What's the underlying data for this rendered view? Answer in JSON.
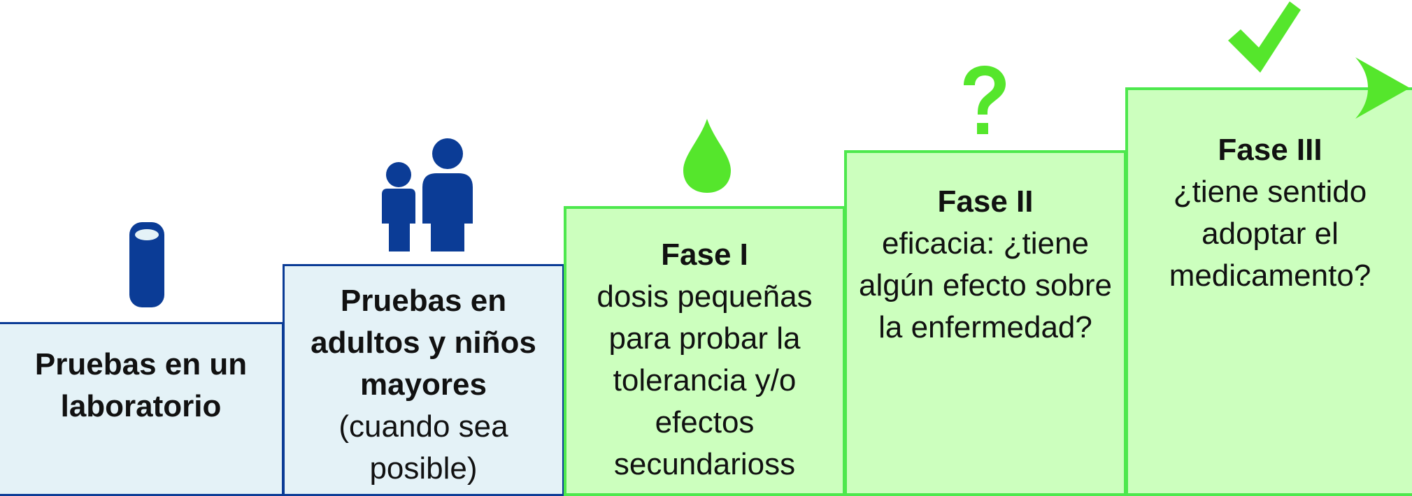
{
  "steps": [
    {
      "title": "Pruebas en un laboratorio",
      "body": ""
    },
    {
      "title": "Pruebas en adultos y niños mayores",
      "body": "(cuando sea posible)"
    },
    {
      "title": "Fase I",
      "body": "dosis pequeñas para probar la tolerancia y/o efectos secundarioss"
    },
    {
      "title": "Fase II",
      "body": "eficacia: ¿tiene algún efecto sobre la enfermedad?"
    },
    {
      "title": "Fase III",
      "body": "¿tiene sentido adoptar el medicamento?"
    }
  ],
  "icons": {
    "step1": "test-tube-icon",
    "step2": "adult-and-child-icon",
    "step3": "drop-icon",
    "step4": "question-mark-icon",
    "step5": "check-mark-icon",
    "arrow": "arrow-right-icon"
  },
  "colors": {
    "lab_fill": "#e4f2f7",
    "lab_border": "#0b3c96",
    "icon_blue": "#0b3c96",
    "phase_fill": "#ccffbe",
    "phase_border": "#4de84d",
    "accent_green": "#55e62c"
  }
}
